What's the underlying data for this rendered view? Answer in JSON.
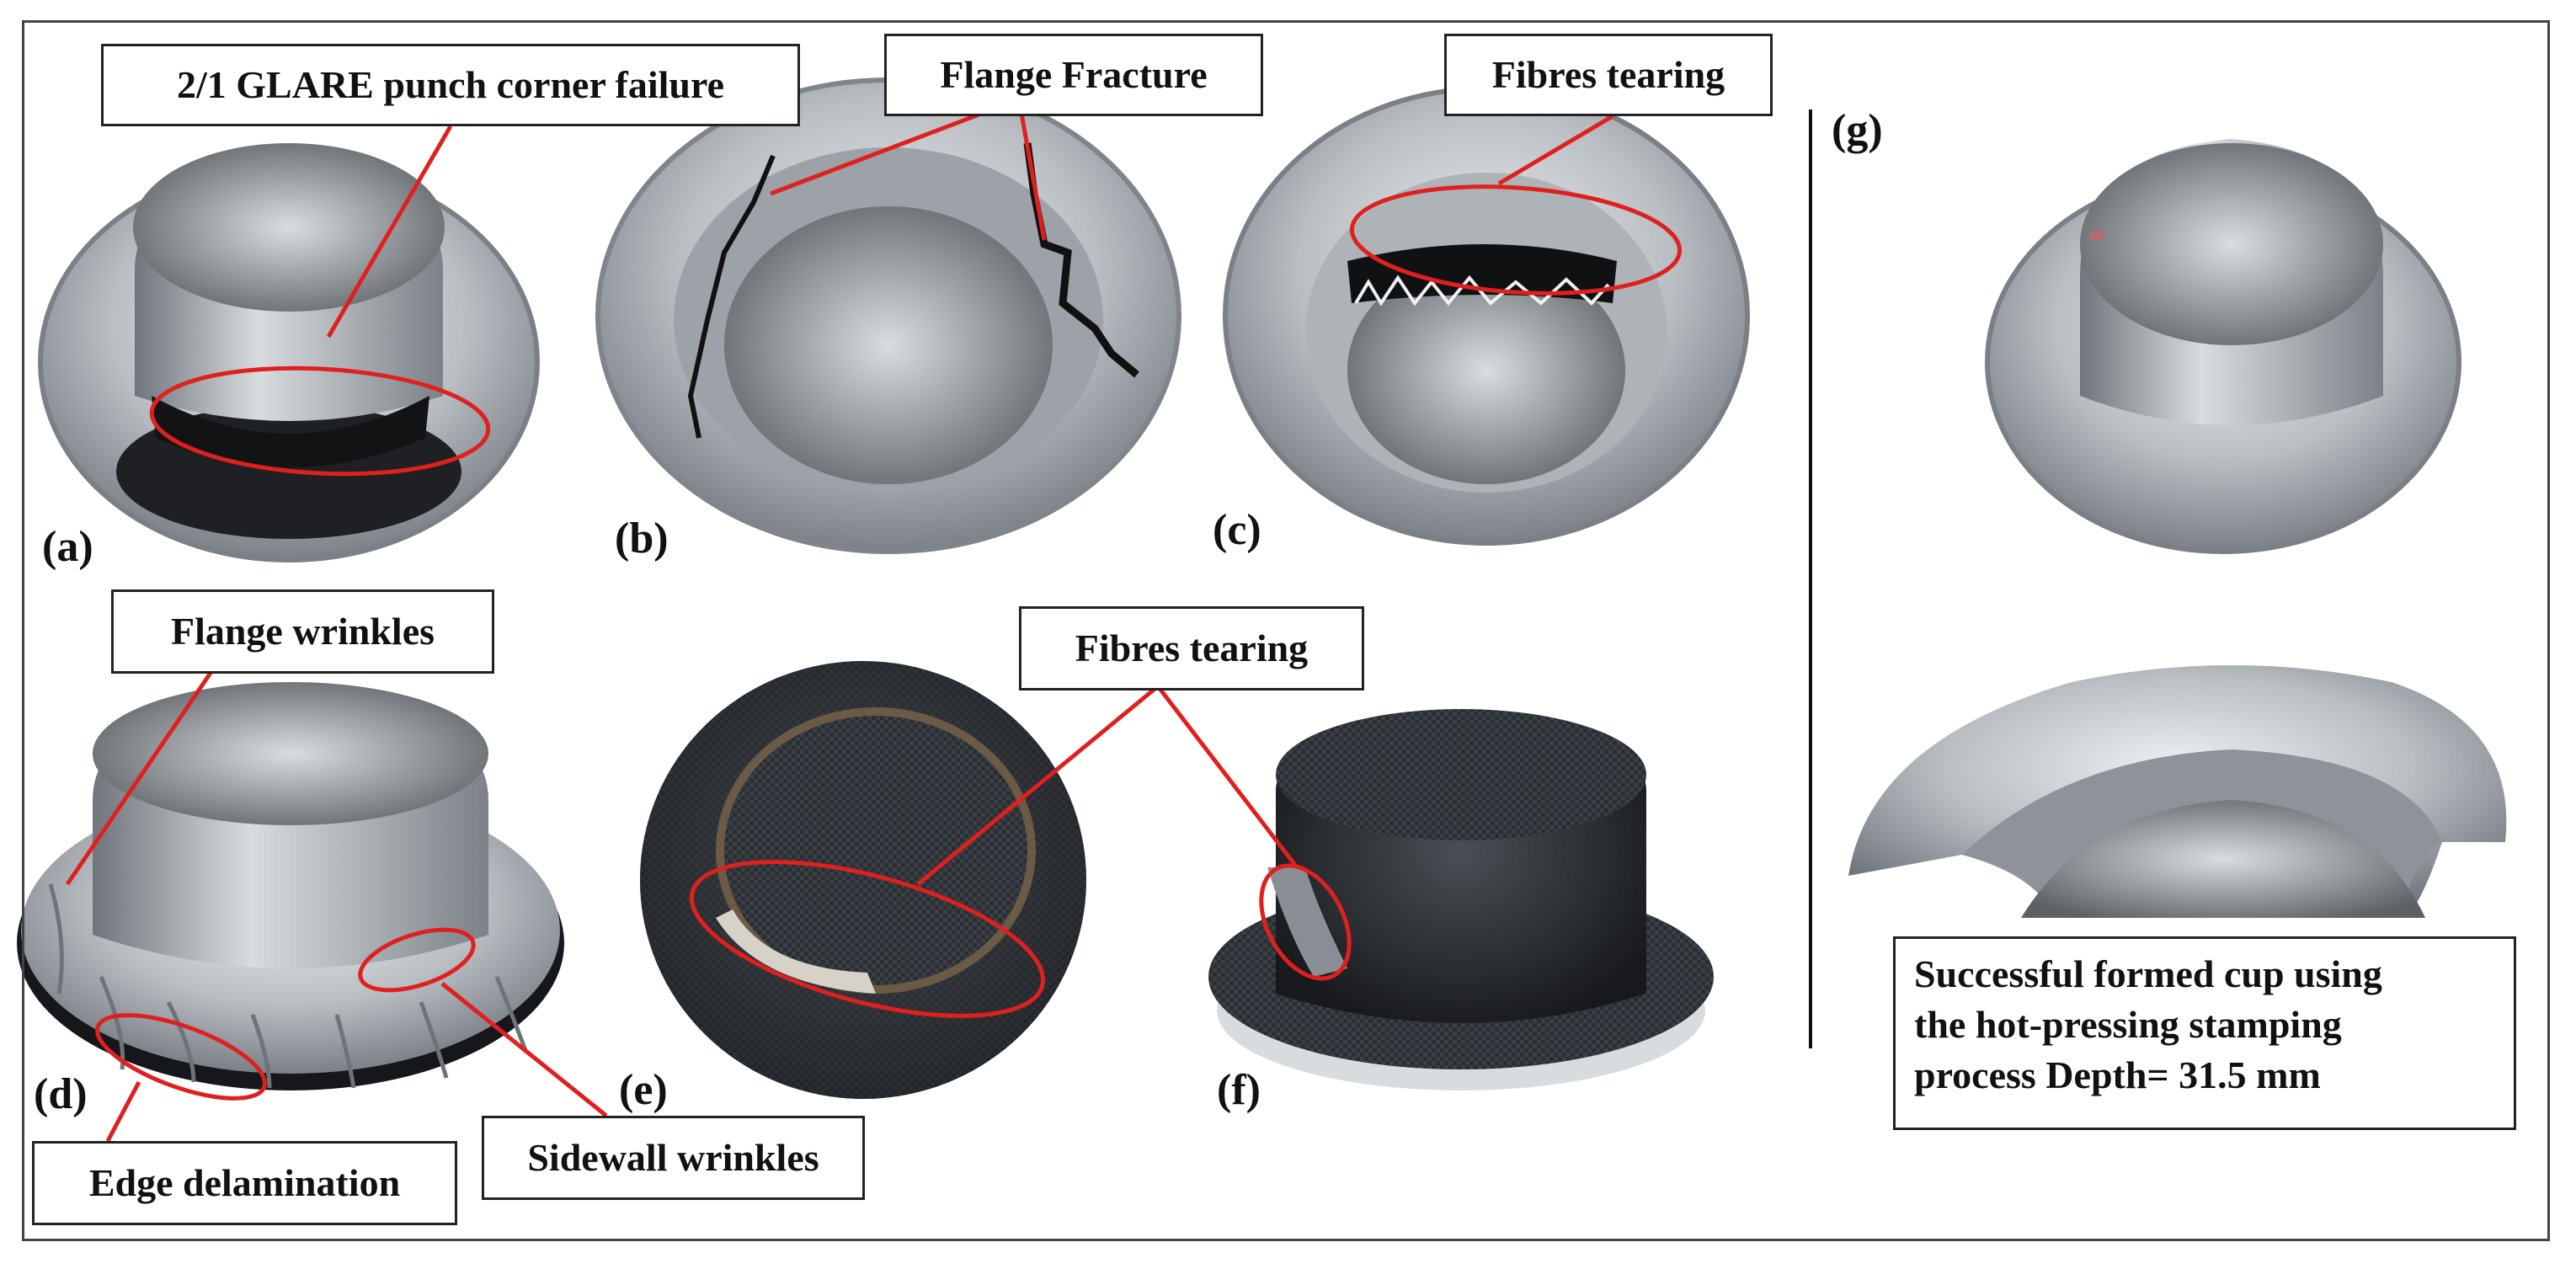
{
  "panel_labels": [
    "(a)",
    "(b)",
    "(c)",
    "(d)",
    "(e)",
    "(f)",
    "(g)"
  ],
  "callouts": {
    "a": "2/1 GLARE punch corner failure",
    "b": "Flange Fracture",
    "c": "Fibres tearing",
    "d_top": "Flange wrinkles",
    "d_bottom_left": "Edge delamination",
    "d_bottom_right": "Sidewall wrinkles",
    "ef": "Fibres tearing",
    "g_line1": "Successful formed cup using",
    "g_line2": "the hot-pressing stamping",
    "g_line3": "process Depth= 31.5 mm"
  },
  "colors": {
    "annotation": "#e0201e",
    "aluminium": "#b9bec3",
    "carbon_fibre": "#24272b",
    "frame": "#444444"
  }
}
